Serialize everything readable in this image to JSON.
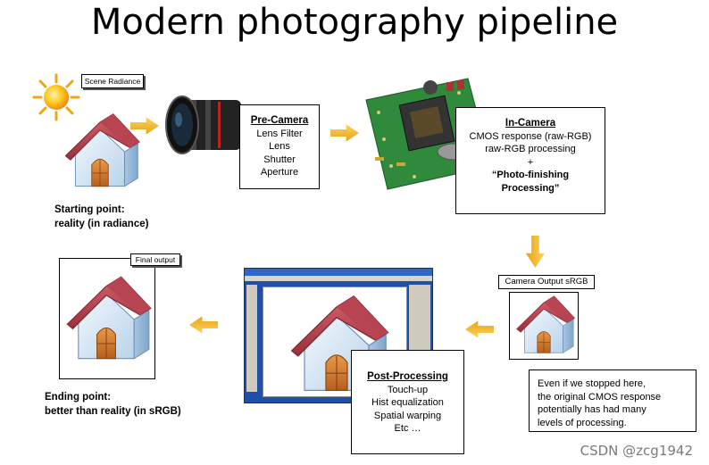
{
  "title": "Modern photography pipeline",
  "scene_label": "Scene Radiance",
  "pre_camera": {
    "heading": "Pre-Camera",
    "items": [
      "Lens Filter",
      "Lens",
      "Shutter",
      "Aperture"
    ]
  },
  "in_camera": {
    "heading": "In-Camera",
    "line1": "CMOS response (raw-RGB)",
    "line2": "raw-RGB processing",
    "plus": "+",
    "bold1": "“Photo-finishing",
    "bold2": "Processing”"
  },
  "camera_output_label": "Camera Output sRGB",
  "post_processing": {
    "heading": "Post-Processing",
    "items": [
      "Touch-up",
      "Hist equalization",
      "Spatial warping",
      "Etc   …"
    ]
  },
  "final_output_label": "Final output",
  "start_caption": [
    "Starting point:",
    "reality (in radiance)"
  ],
  "end_caption": [
    "Ending point:",
    "better than reality (in sRGB)"
  ],
  "note_lines": [
    "Even if we stopped here,",
    "the  original CMOS response",
    "potentially has had many",
    " levels of processing."
  ],
  "watermark": "CSDN @zcg1942",
  "colors": {
    "arrow": "#f0b020",
    "arrow_dark": "#d4a020",
    "roof": "#b9404d",
    "house_wall": "#dcecf8",
    "door": "#d07a28"
  },
  "icons": [
    "sun-icon",
    "house-icon",
    "camera-lens-icon",
    "circuit-board-icon",
    "photoshop-window-icon",
    "arrow-icon"
  ]
}
